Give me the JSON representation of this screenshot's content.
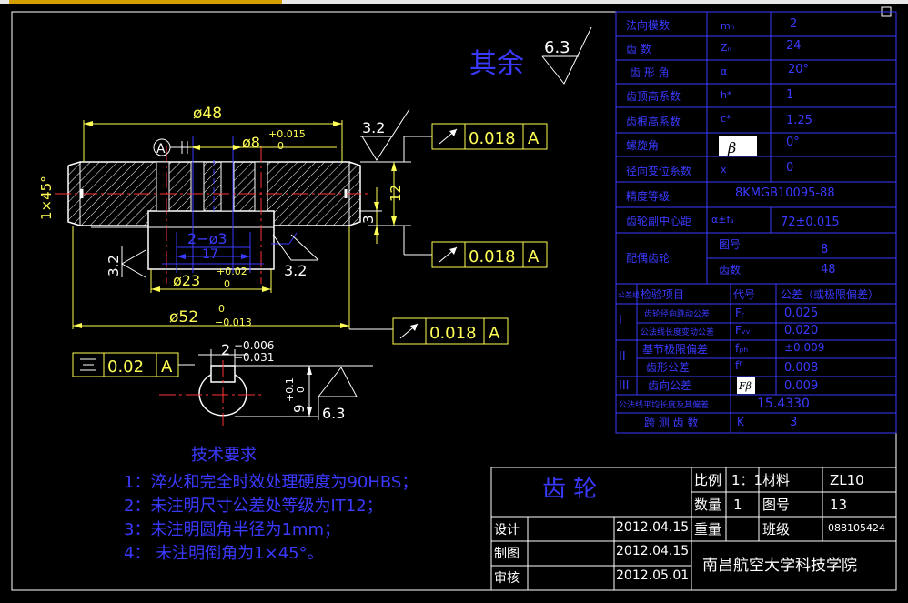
{
  "window_strip": {
    "colors": {
      "top": "#e8e8e8",
      "accent": "#d4a000"
    }
  },
  "roughness": {
    "label": "其余",
    "value": "6.3"
  },
  "dims": {
    "d48": "ø48",
    "d8": "ø8",
    "d8_tol_up": "+0.015",
    "d8_tol_low": "0",
    "datum": "A",
    "chamfer": "1×45°",
    "r32_top": "3.2",
    "r32_left": "3.2",
    "r32_right": "3.2",
    "h12": "12",
    "h3": "3",
    "holes": "2−ø3",
    "l17": "17",
    "d23": "ø23",
    "d23_tol_up": "+0.02",
    "d23_tol_low": "0",
    "d52": "ø52",
    "d52_tol_up": "0",
    "d52_tol_low": "−0.013",
    "key_w": "2",
    "key_tol_up": "−0.006",
    "key_tol_low": "−0.031",
    "key_h": "9",
    "key_h_tol_up": "+0.1",
    "key_h_tol_low": "0",
    "r63_bottom": "6.3"
  },
  "gdt": [
    {
      "value": "0.018",
      "datum": "A"
    },
    {
      "value": "0.018",
      "datum": "A"
    },
    {
      "value": "0.018",
      "datum": "A"
    },
    {
      "value": "0.02",
      "datum": "A"
    }
  ],
  "params": [
    {
      "label": "法向模数",
      "symbol": "mₙ",
      "value": "2"
    },
    {
      "label": "齿 数",
      "symbol": "Zₙ",
      "value": "24"
    },
    {
      "label": "齿 形 角",
      "symbol": "α",
      "value": "20°"
    },
    {
      "label": "齿顶高系数",
      "symbol": "h*",
      "value": "1"
    },
    {
      "label": "齿根高系数",
      "symbol": "c*",
      "value": "1.25"
    },
    {
      "label": "螺旋角",
      "symbol": "β",
      "value": "0°"
    },
    {
      "label": "径向变位系数",
      "symbol": "x",
      "value": "0"
    },
    {
      "label": "精度等级",
      "value": "8KMGB10095-88"
    },
    {
      "label": "齿轮副中心距",
      "symbol": "α±fₐ",
      "value": "72±0.015"
    },
    {
      "label": "配偶齿轮",
      "sub": [
        {
          "label": "图号",
          "value": "8"
        },
        {
          "label": "齿数",
          "value": "48"
        }
      ]
    }
  ],
  "inspection": {
    "header": {
      "group": "公差组",
      "item": "检验项目",
      "code": "代号",
      "tol": "公差（或极限偏差）"
    },
    "rows": [
      {
        "group": "I",
        "item": "齿轮径向跳动公差",
        "code": "Fᵣ",
        "value": "0.025"
      },
      {
        "group": "",
        "item": "公法线长度变动公差",
        "code": "Fᵥᵥ",
        "value": "0.020"
      },
      {
        "group": "II",
        "item": "基节极限偏差",
        "code": "fₚₕ",
        "value": "±0.009"
      },
      {
        "group": "",
        "item": "齿形公差",
        "code": "fᶠ",
        "value": "0.008"
      },
      {
        "group": "III",
        "item": "齿向公差",
        "code": "Fβ",
        "value": "0.009"
      }
    ],
    "wk": {
      "label": "公法线平均长度及其偏差",
      "value": "15.4330"
    },
    "k": {
      "label": "跨 测 齿 数",
      "symbol": "K",
      "value": "3"
    }
  },
  "tech": {
    "title": "技术要求",
    "items": [
      "1：淬火和完全时效处理硬度为90HBS；",
      "2：未注明尺寸公差处等级为IT12；",
      "3：未注明圆角半径为1mm；",
      "4：  未注明倒角为1×45°。"
    ]
  },
  "title_block": {
    "name": "齿    轮",
    "scale_label": "比例",
    "scale": "1：1",
    "material_label": "材料",
    "material": "ZL10",
    "qty_label": "数量",
    "qty": "1",
    "dwg_label": "图号",
    "dwg": "13",
    "weight_label": "重量",
    "class_label": "班级",
    "class": "088105424",
    "design_label": "设计",
    "design_date": "2012.04.15",
    "draw_label": "制图",
    "draw_date": "2012.04.15",
    "check_label": "审核",
    "check_date": "2012.05.01",
    "school": "南昌航空大学科技学院"
  }
}
